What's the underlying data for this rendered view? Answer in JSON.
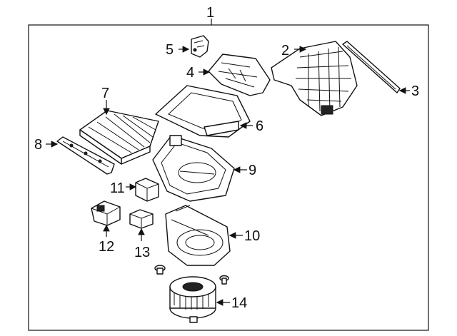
{
  "diagram": {
    "assembly_callout": "1",
    "callouts": [
      "2",
      "3",
      "4",
      "5",
      "6",
      "7",
      "8",
      "9",
      "10",
      "11",
      "12",
      "13",
      "14"
    ]
  }
}
